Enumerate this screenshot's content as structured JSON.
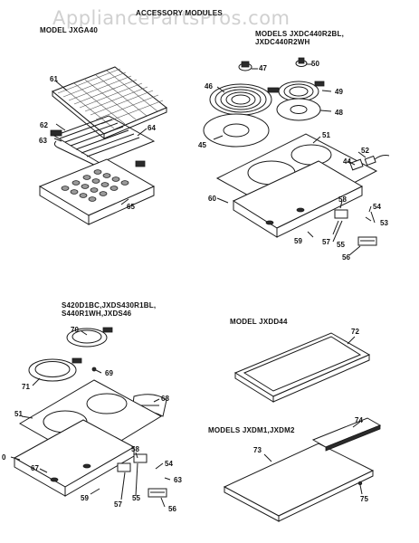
{
  "watermark": "AppliancePartsPros.com",
  "headings": {
    "top": "ACCESSORY MODULES",
    "model_top_left": "MODEL JXGA40",
    "models_top_right_1": "MODELS JXDC440R2BL,",
    "models_top_right_2": "JXDC440R2WH",
    "models_mid_left_1": "S420D1BC,JXDS430R1BL,",
    "models_mid_left_2": "S440R1WH,JXDS46",
    "model_mid_right": "MODEL JXDD44",
    "models_bottom_right": "MODELS JXDM1,JXDM2"
  },
  "callouts": {
    "p61a": "61",
    "p62": "62",
    "p63a": "63",
    "p64": "64",
    "p65": "65",
    "p47": "47",
    "p50": "50",
    "p46": "46",
    "p49": "49",
    "p48": "48",
    "p45": "45",
    "p51a": "51",
    "p52": "52",
    "p44": "44",
    "p60a": "60",
    "p58a": "58",
    "p54a": "54",
    "p53": "53",
    "p57a": "57",
    "p55a": "55",
    "p59a": "59",
    "p56a": "56",
    "p70": "70",
    "p69": "69",
    "p71": "71",
    "p68": "68",
    "p51b": "51",
    "p60b": "0",
    "p67": "67",
    "p58b": "58",
    "p54b": "54",
    "p63b": "63",
    "p59b": "59",
    "p57b": "57",
    "p55b": "55",
    "p56b": "56",
    "p72": "72",
    "p74": "74",
    "p73": "73",
    "p75": "75"
  }
}
